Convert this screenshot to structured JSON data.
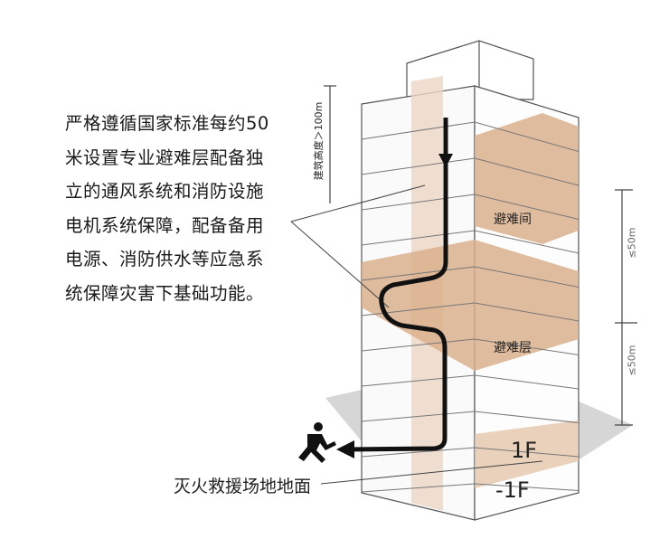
{
  "description_lines": [
    "严格遵循国家标准每约50",
    "米设置专业避难层配备独",
    "立的通风系统和消防设施",
    "电机系统保障，配备备用",
    "电源、消防供水等应急系",
    "统保障灾害下基础功能。"
  ],
  "labels": {
    "height": "建筑高度＞100m",
    "refuge_room": "避难间",
    "refuge_floor": "避难层",
    "spacing_upper": "≤50m",
    "spacing_lower": "≤50m",
    "floor_1": "1F",
    "floor_b1": "-1F",
    "ground": "灭火救援场地地面"
  },
  "colors": {
    "refuge": "#d9b08c",
    "stair": "#ecd7c6",
    "route": "#111111"
  }
}
